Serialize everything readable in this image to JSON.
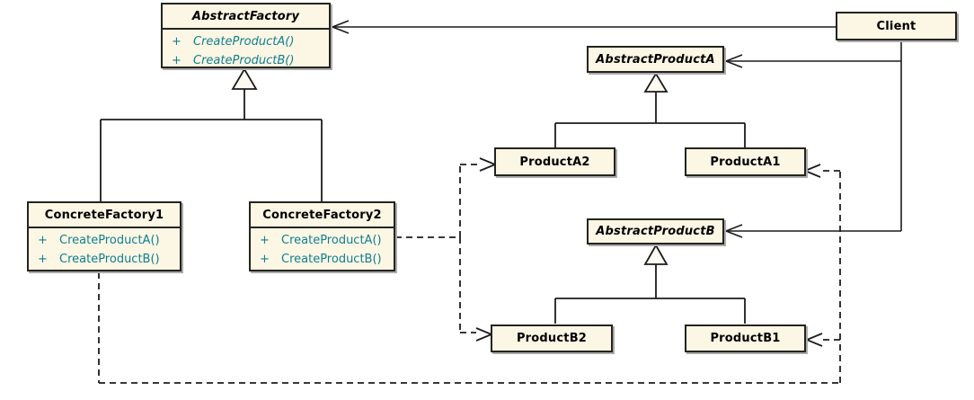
{
  "diagram": {
    "kind": "uml-class-diagram",
    "pattern_name": "Abstract Factory",
    "visibility_prefix": "+",
    "colors": {
      "background": "#FFFFFF",
      "box_fill": "#FCF6E4",
      "box_border": "#24231E",
      "box_shadow": "#ABABAB",
      "title_text": "#000000",
      "method_text": "#0E7F8F",
      "connector_line": "#1C1C1C",
      "triangle_fill": "#FDFBF2"
    },
    "classes": [
      {
        "id": "abstract_factory",
        "name": "AbstractFactory",
        "abstract": true,
        "methods": [
          "CreateProductA()",
          "CreateProductB()"
        ]
      },
      {
        "id": "concrete_factory1",
        "name": "ConcreteFactory1",
        "abstract": false,
        "methods": [
          "CreateProductA()",
          "CreateProductB()"
        ]
      },
      {
        "id": "concrete_factory2",
        "name": "ConcreteFactory2",
        "abstract": false,
        "methods": [
          "CreateProductA()",
          "CreateProductB()"
        ]
      },
      {
        "id": "client",
        "name": "Client",
        "abstract": false,
        "methods": []
      },
      {
        "id": "abstract_product_a",
        "name": "AbstractProductA",
        "abstract": true,
        "methods": []
      },
      {
        "id": "product_a2",
        "name": "ProductA2",
        "abstract": false,
        "methods": []
      },
      {
        "id": "product_a1",
        "name": "ProductA1",
        "abstract": false,
        "methods": []
      },
      {
        "id": "abstract_product_b",
        "name": "AbstractProductB",
        "abstract": true,
        "methods": []
      },
      {
        "id": "product_b2",
        "name": "ProductB2",
        "abstract": false,
        "methods": []
      },
      {
        "id": "product_b1",
        "name": "ProductB1",
        "abstract": false,
        "methods": []
      }
    ],
    "relationships": [
      {
        "type": "generalization",
        "from": "ConcreteFactory1",
        "to": "AbstractFactory"
      },
      {
        "type": "generalization",
        "from": "ConcreteFactory2",
        "to": "AbstractFactory"
      },
      {
        "type": "generalization",
        "from": "ProductA2",
        "to": "AbstractProductA"
      },
      {
        "type": "generalization",
        "from": "ProductA1",
        "to": "AbstractProductA"
      },
      {
        "type": "generalization",
        "from": "ProductB2",
        "to": "AbstractProductB"
      },
      {
        "type": "generalization",
        "from": "ProductB1",
        "to": "AbstractProductB"
      },
      {
        "type": "association",
        "from": "Client",
        "to": "AbstractFactory"
      },
      {
        "type": "association",
        "from": "Client",
        "to": "AbstractProductA"
      },
      {
        "type": "association",
        "from": "Client",
        "to": "AbstractProductB"
      },
      {
        "type": "dependency",
        "from": "ConcreteFactory2",
        "to": "ProductA2"
      },
      {
        "type": "dependency",
        "from": "ConcreteFactory2",
        "to": "ProductB2"
      },
      {
        "type": "dependency",
        "from": "ConcreteFactory1",
        "to": "ProductA1"
      },
      {
        "type": "dependency",
        "from": "ConcreteFactory1",
        "to": "ProductB1"
      }
    ]
  }
}
